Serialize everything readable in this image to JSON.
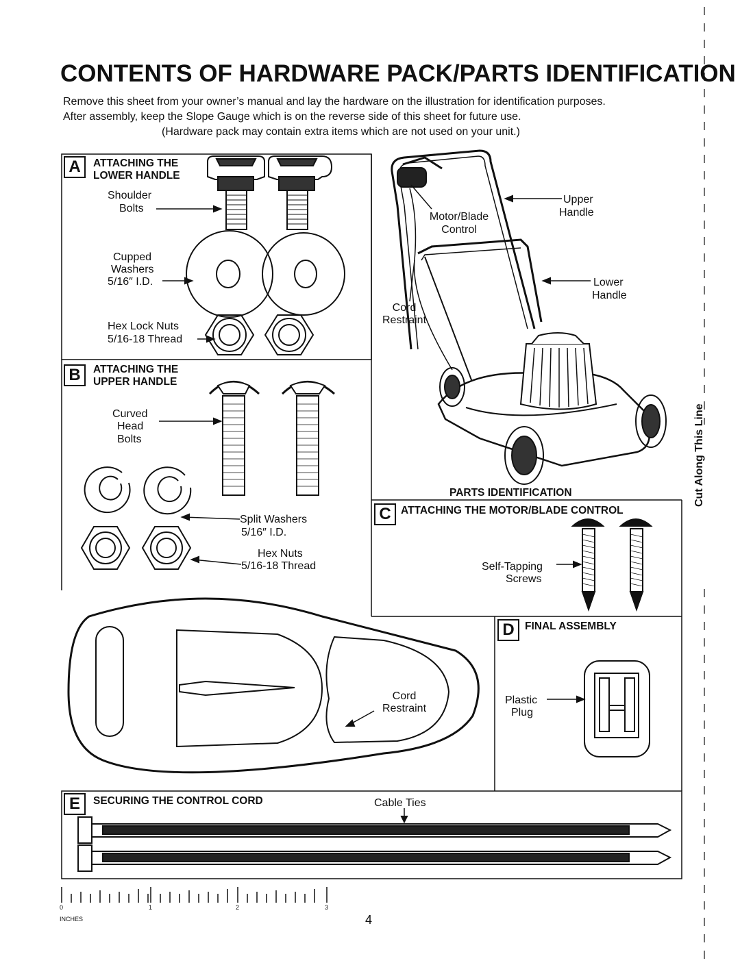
{
  "page": {
    "title": "CONTENTS OF HARDWARE PACK/PARTS IDENTIFICATION",
    "intro_line1": "Remove this sheet from your owner’s manual and lay the hardware on the illustration for identification purposes.",
    "intro_line2": "After assembly, keep the Slope Gauge which is on the reverse side of this sheet for future use.",
    "intro_line3": "(Hardware pack may contain extra items which are not used on your unit.)",
    "page_number": "4",
    "cut_line": "Cut Along This Line"
  },
  "section_a": {
    "letter": "A",
    "header_line1": "ATTACHING THE",
    "header_line2": "LOWER HANDLE",
    "shoulder_bolts_1": "Shoulder",
    "shoulder_bolts_2": "Bolts",
    "cupped_washers_1": "Cupped",
    "cupped_washers_2": "Washers",
    "cupped_washers_3": "5/16″ I.D.",
    "hex_lock_nuts_1": "Hex Lock Nuts",
    "hex_lock_nuts_2": "5/16-18 Thread"
  },
  "section_b": {
    "letter": "B",
    "header_line1": "ATTACHING THE",
    "header_line2": "UPPER HANDLE",
    "curved_1": "Curved",
    "curved_2": "Head",
    "curved_3": "Bolts",
    "split_washers_1": "Split Washers",
    "split_washers_2": "5/16″ I.D.",
    "hex_nuts_1": "Hex Nuts",
    "hex_nuts_2": "5/16-18 Thread"
  },
  "mower": {
    "motor_blade_1": "Motor/Blade",
    "motor_blade_2": "Control",
    "upper_handle_1": "Upper",
    "upper_handle_2": "Handle",
    "lower_handle_1": "Lower",
    "lower_handle_2": "Handle",
    "cord_restraint_1": "Cord",
    "cord_restraint_2": "Restraint",
    "caption": "PARTS IDENTIFICATION"
  },
  "section_c": {
    "letter": "C",
    "header": "ATTACHING THE MOTOR/BLADE CONTROL",
    "screws_1": "Self-Tapping",
    "screws_2": "Screws"
  },
  "section_d": {
    "letter": "D",
    "header": "FINAL ASSEMBLY",
    "plug_1": "Plastic",
    "plug_2": "Plug"
  },
  "cord_restraint_part": {
    "label_1": "Cord",
    "label_2": "Restraint"
  },
  "section_e": {
    "letter": "E",
    "header": "SECURING THE CONTROL CORD",
    "cable_ties": "Cable Ties"
  },
  "ruler": {
    "unit": "INCHES",
    "ticks": [
      "0",
      "1",
      "2",
      "3"
    ]
  }
}
